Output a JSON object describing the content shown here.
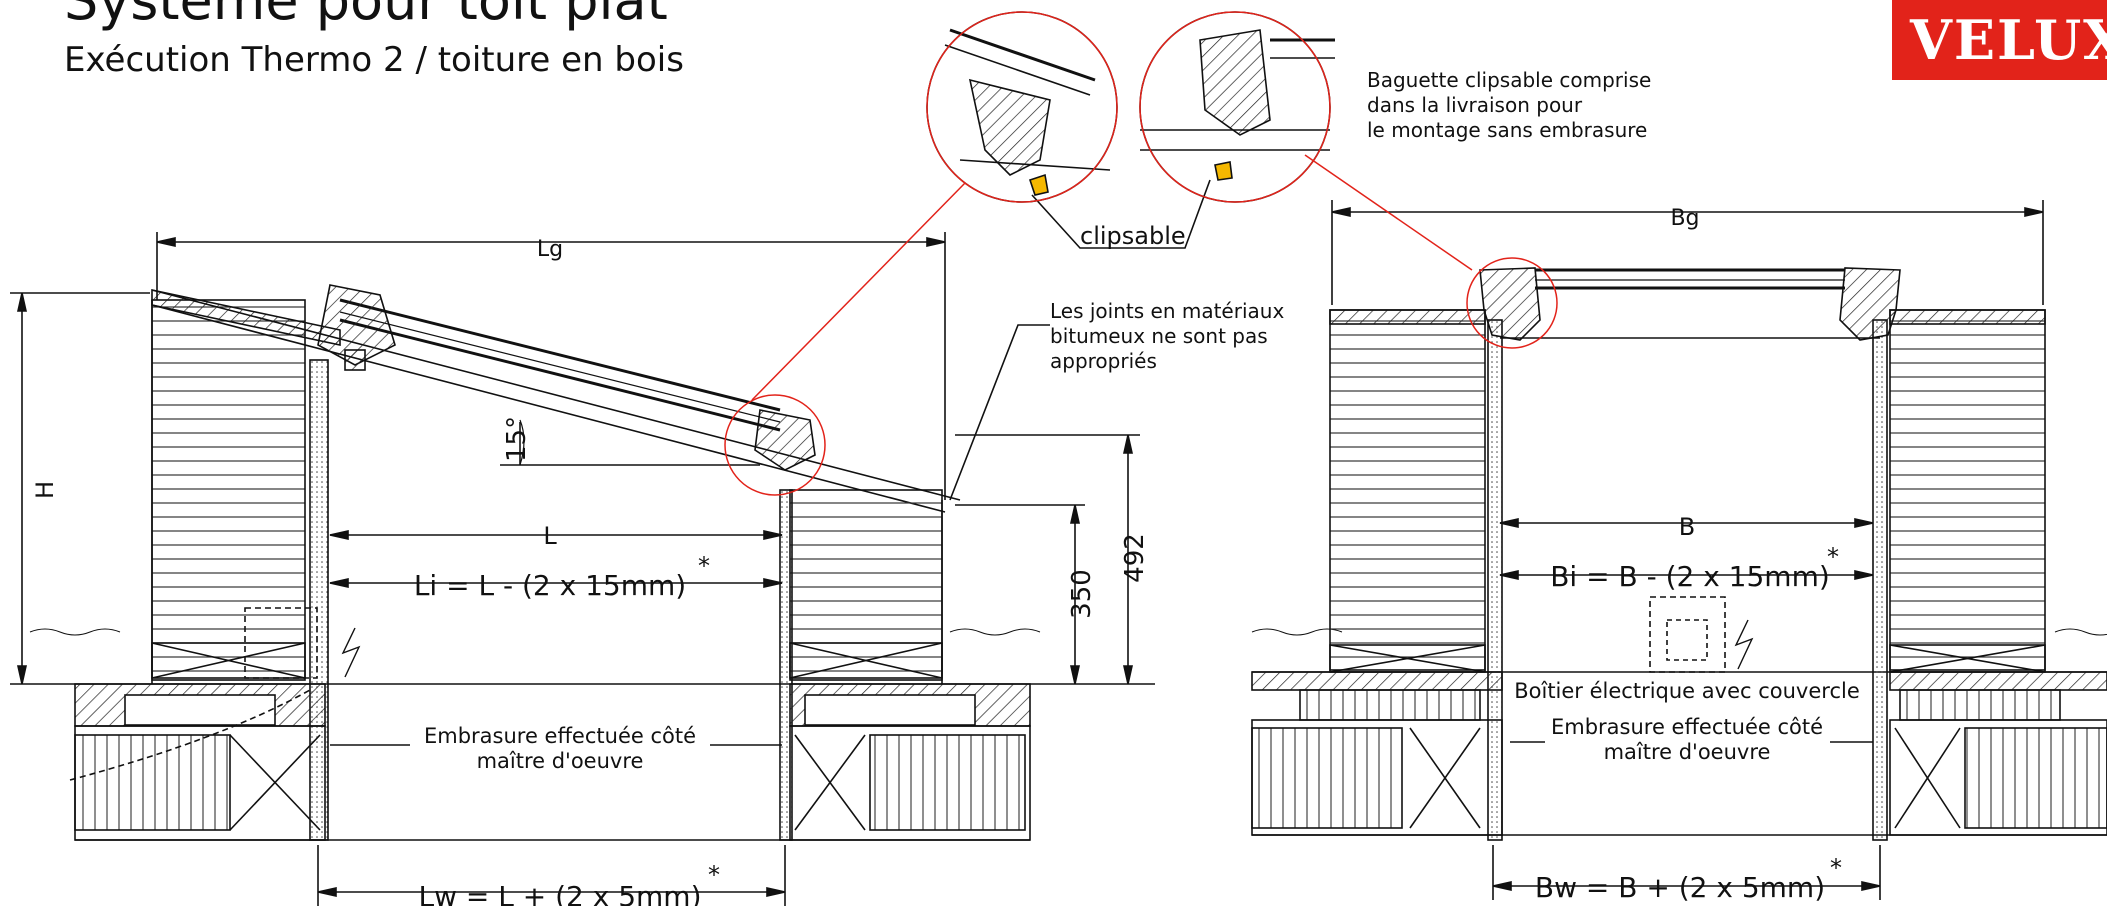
{
  "header": {
    "title": "Système pour toit plat",
    "subtitle": "Exécution Thermo 2 / toiture en bois",
    "logo_text": "VELUX",
    "logo_mark": "®",
    "brand_color": "#e2231a"
  },
  "left_section": {
    "dim_lg": "Lg",
    "dim_h": "H",
    "dim_l": "L",
    "dim_li": "Li = L - (2 x 15mm)",
    "dim_lw": "Lw = L + (2 x 5mm)",
    "asterisk": "*",
    "angle": "15°",
    "dim_350": "350",
    "dim_492": "492",
    "embrasure_line1": "Embrasure effectuée côté",
    "embrasure_line2": "maître d'oeuvre"
  },
  "right_section": {
    "dim_bg": "Bg",
    "dim_b": "B",
    "dim_bi": "Bi = B - (2 x 15mm)",
    "dim_bw": "Bw = B + (2 x 5mm)",
    "asterisk": "*",
    "boitier": "Boîtier électrique avec couvercle",
    "embrasure_line1": "Embrasure effectuée côté",
    "embrasure_line2": "maître d'oeuvre"
  },
  "notes": {
    "clipsable": "clipsable",
    "baguette_line1": "Baguette clipsable comprise",
    "baguette_line2": "dans la livraison pour",
    "baguette_line3": "le montage sans embrasure",
    "joints_line1": "Les joints en matériaux",
    "joints_line2": "bitumeux ne sont pas",
    "joints_line3": "appropriés"
  },
  "colors": {
    "callout_circle": "#e2231a",
    "clip_highlight": "#f5b800",
    "line": "#111111"
  }
}
